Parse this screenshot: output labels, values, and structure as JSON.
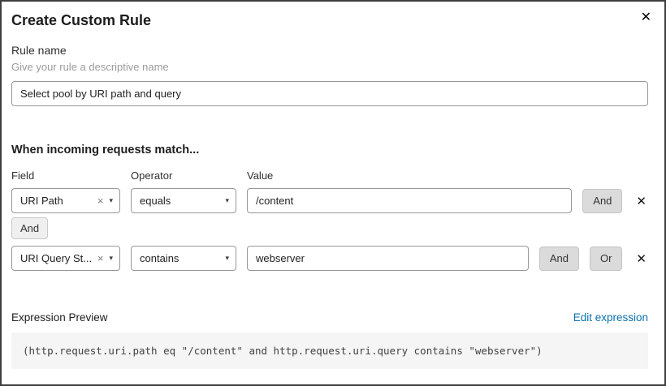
{
  "dialog": {
    "title": "Create Custom Rule"
  },
  "icons": {
    "close": "✕",
    "clear": "×",
    "caret": "▾",
    "delete": "✕"
  },
  "colors": {
    "link": "#0a71ad",
    "button_bg": "#dbdbdb",
    "expression_bg": "#f5f5f5"
  },
  "rule_name": {
    "label": "Rule name",
    "help": "Give your rule a descriptive name",
    "value": "Select pool by URI path and query"
  },
  "match_section": {
    "heading": "When incoming requests match...",
    "columns": {
      "field": "Field",
      "operator": "Operator",
      "value": "Value"
    },
    "connector": "And",
    "rows": [
      {
        "field": "URI Path",
        "operator": "equals",
        "value": "/content",
        "and_label": "And"
      },
      {
        "field": "URI Query St...",
        "operator": "contains",
        "value": "webserver",
        "and_label": "And",
        "or_label": "Or"
      }
    ]
  },
  "expression": {
    "label": "Expression Preview",
    "edit_link": "Edit expression",
    "preview": "(http.request.uri.path eq \"/content\" and http.request.uri.query contains \"webserver\")"
  }
}
